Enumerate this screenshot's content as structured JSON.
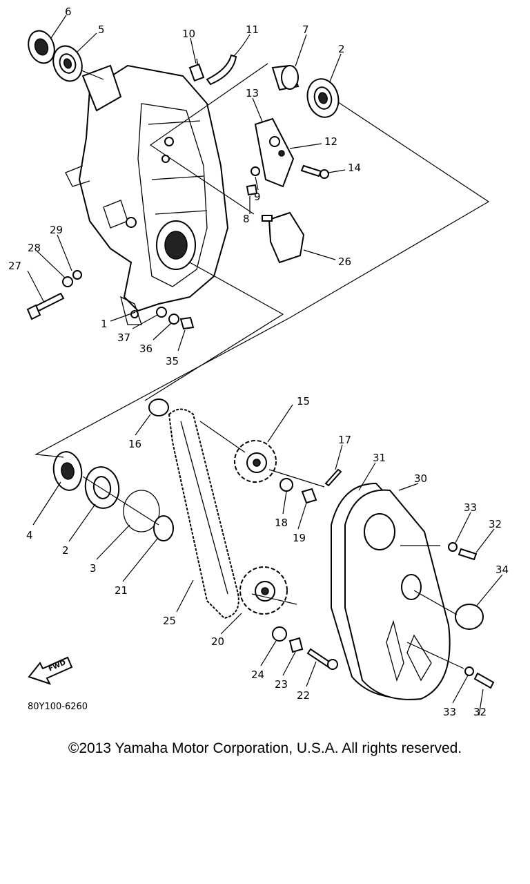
{
  "diagram": {
    "callouts": [
      "6",
      "5",
      "10",
      "11",
      "7",
      "2",
      "13",
      "12",
      "14",
      "9",
      "8",
      "26",
      "29",
      "28",
      "27",
      "1",
      "37",
      "36",
      "35",
      "16",
      "15",
      "17",
      "31",
      "30",
      "33",
      "32",
      "4",
      "2",
      "3",
      "21",
      "18",
      "19",
      "25",
      "34",
      "20",
      "24",
      "23",
      "22",
      "33",
      "32"
    ],
    "fwd_label": "FWD",
    "part_code": "80Y100-6260",
    "copyright": "©2013 Yamaha Motor Corporation, U.S.A. All rights reserved."
  }
}
